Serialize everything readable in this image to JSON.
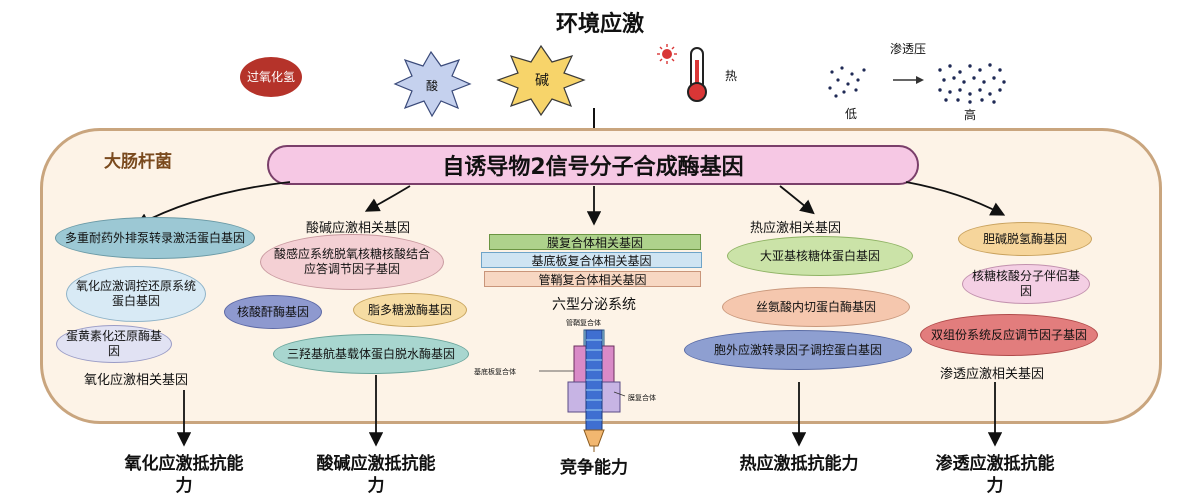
{
  "title": "环境应激",
  "stressors": {
    "h2o2": "过氧化氢",
    "acid": "酸",
    "base": "碱",
    "heat": "热",
    "osmotic": "渗透压",
    "low": "低",
    "high": "高"
  },
  "cell": {
    "label": "大肠杆菌",
    "central": "自诱导物2信号分子合成酶基因"
  },
  "oxidative": {
    "items": [
      "多重耐药外排泵转录激活蛋白基因",
      "氧化应激调控还原系统蛋白基因",
      "蛋黄素化还原酶基因"
    ],
    "group_label": "氧化应激相关基因",
    "outcome": "氧化应激抵抗能力"
  },
  "acidbase": {
    "group_label": "酸碱应激相关基因",
    "items": [
      "酸感应系统脱氧核糖核酸结合应答调节因子基因",
      "核酸酐酶基因",
      "脂多糖激酶基因",
      "三羟基航基载体蛋白脱水酶基因"
    ],
    "outcome": "酸碱应激抵抗能力"
  },
  "secretion": {
    "items": [
      "膜复合体相关基因",
      "基底板复合体相关基因",
      "管鞘复合体相关基因"
    ],
    "system_label": "六型分泌系统",
    "part_labels": {
      "sheath": "管鞘复合体",
      "baseplate": "基底板复合体",
      "membrane": "膜复合体"
    },
    "outcome": "竞争能力"
  },
  "heat": {
    "group_label": "热应激相关基因",
    "items": [
      "大亚基核糖体蛋白基因",
      "丝氨酸内切蛋白酶基因",
      "胞外应激转录因子调控蛋白基因"
    ],
    "outcome": "热应激抵抗能力"
  },
  "osmotic": {
    "items": [
      "胆碱脱氢酶基因",
      "核糖核酸分子伴侣基因",
      "双组份系统反应调节因子基因"
    ],
    "group_label": "渗透应激相关基因",
    "outcome": "渗透应激抵抗能力"
  }
}
